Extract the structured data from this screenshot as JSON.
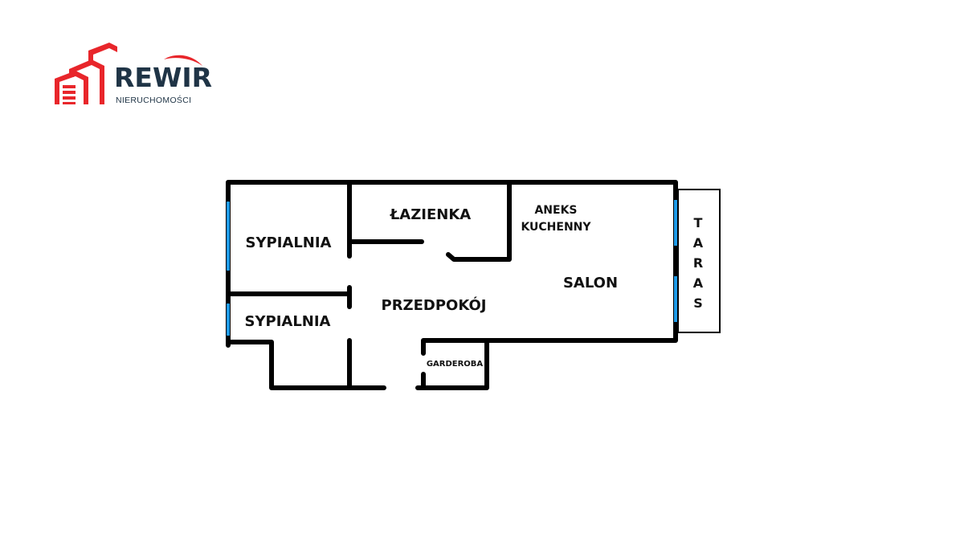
{
  "logo": {
    "name": "REWIR",
    "subtitle": "NIERUCHOMOŚCI",
    "colors": {
      "red": "#e8262b",
      "navy": "#1f3446"
    }
  },
  "floorplan": {
    "colors": {
      "wall": "#000000",
      "window": "#1e9be8",
      "background": "#ffffff"
    },
    "rooms": {
      "bedroom_1": "SYPIALNIA",
      "bedroom_2": "SYPIALNIA",
      "bathroom": "ŁAZIENKA",
      "kitchenette_line1": "ANEKS",
      "kitchenette_line2": "KUCHENNY",
      "living_room": "SALON",
      "hallway": "PRZEDPOKÓJ",
      "wardrobe": "GARDEROBA",
      "terrace_letters": [
        "T",
        "A",
        "R",
        "A",
        "S"
      ]
    }
  }
}
